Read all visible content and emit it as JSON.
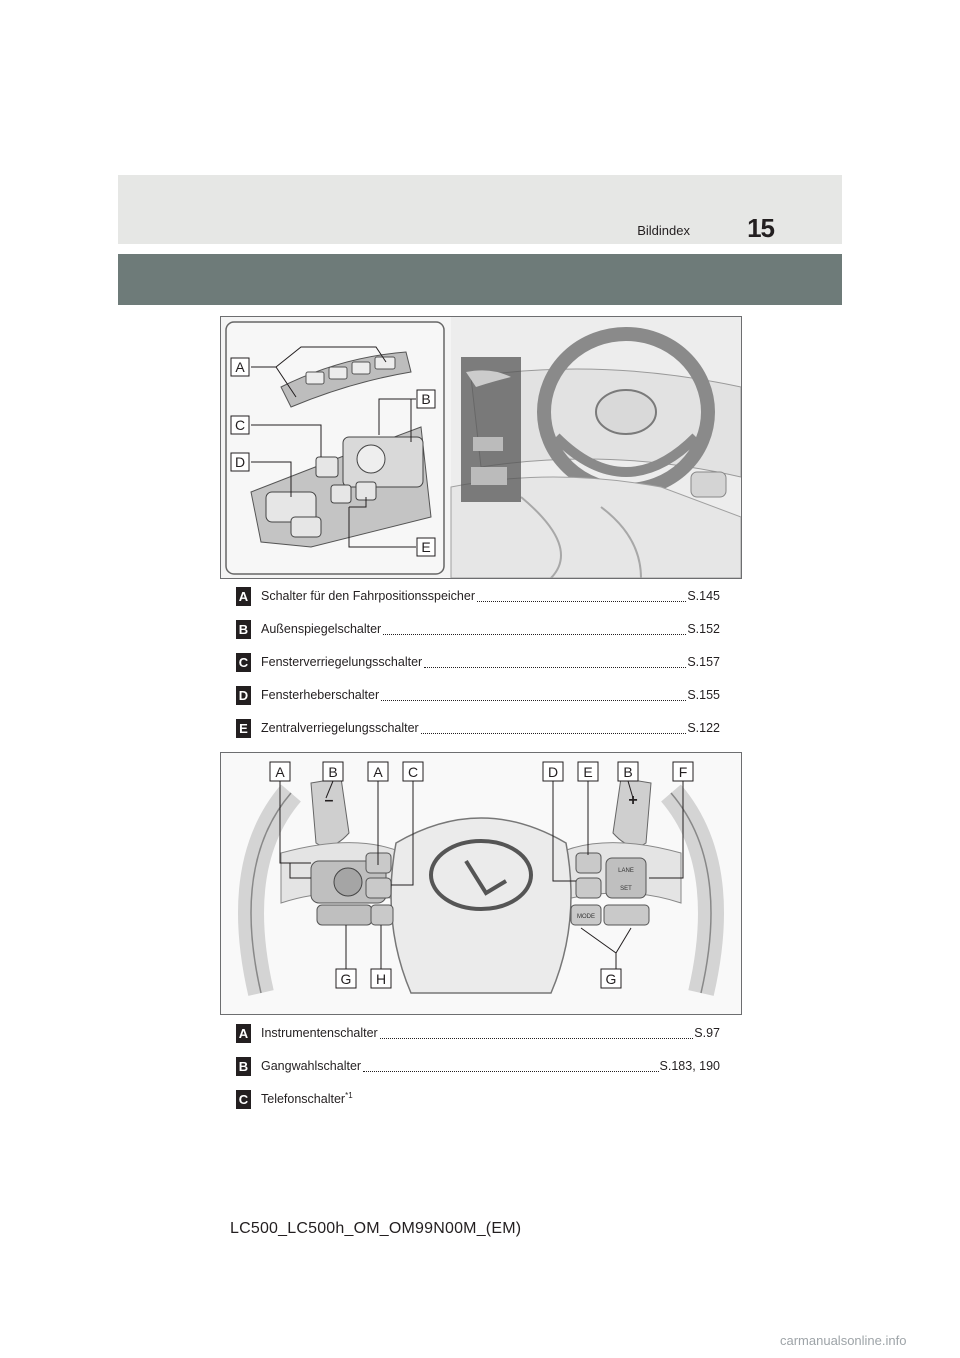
{
  "header": {
    "section": "Bildindex",
    "page_number": "15"
  },
  "figure1": {
    "callouts": [
      "A",
      "B",
      "C",
      "D",
      "E"
    ]
  },
  "list1": [
    {
      "letter": "A",
      "label": "Schalter für den Fahrpositionsspeicher",
      "page_ref": "S.145"
    },
    {
      "letter": "B",
      "label": "Außenspiegelschalter",
      "page_ref": "S.152"
    },
    {
      "letter": "C",
      "label": "Fensterverriegelungsschalter",
      "page_ref": "S.157"
    },
    {
      "letter": "D",
      "label": "Fensterheberschalter",
      "page_ref": "S.155"
    },
    {
      "letter": "E",
      "label": "Zentralverriegelungsschalter",
      "page_ref": "S.122"
    }
  ],
  "figure2": {
    "callouts_top": [
      "A",
      "B",
      "A",
      "C",
      "D",
      "E",
      "B",
      "F"
    ],
    "callouts_bottom": [
      "G",
      "H",
      "G"
    ],
    "paddle_minus": "–",
    "paddle_plus": "+",
    "button_labels": [
      "MODE",
      "LANE",
      "SET"
    ]
  },
  "list2": [
    {
      "letter": "A",
      "label": "Instrumentenschalter",
      "page_ref": "S.97"
    },
    {
      "letter": "B",
      "label": "Gangwahlschalter",
      "page_ref": "S.183, 190"
    },
    {
      "letter": "C",
      "label": "Telefonschalter",
      "sup": "*1"
    }
  ],
  "footer": "LC500_LC500h_OM_OM99N00M_(EM)",
  "watermark": "carmanualsonline.info"
}
